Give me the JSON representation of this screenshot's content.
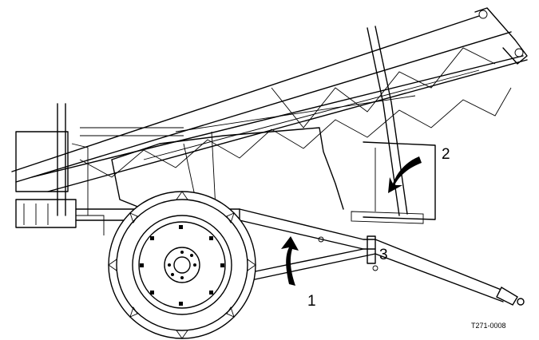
{
  "callouts": {
    "c1": "1",
    "c2": "2",
    "c3": "3"
  },
  "figure_ref": "T271-0008",
  "icons": [
    "rotate-arrow-icon",
    "rotate-arrow-icon"
  ],
  "colors": {
    "ink": "#000000",
    "paper": "#ffffff"
  }
}
